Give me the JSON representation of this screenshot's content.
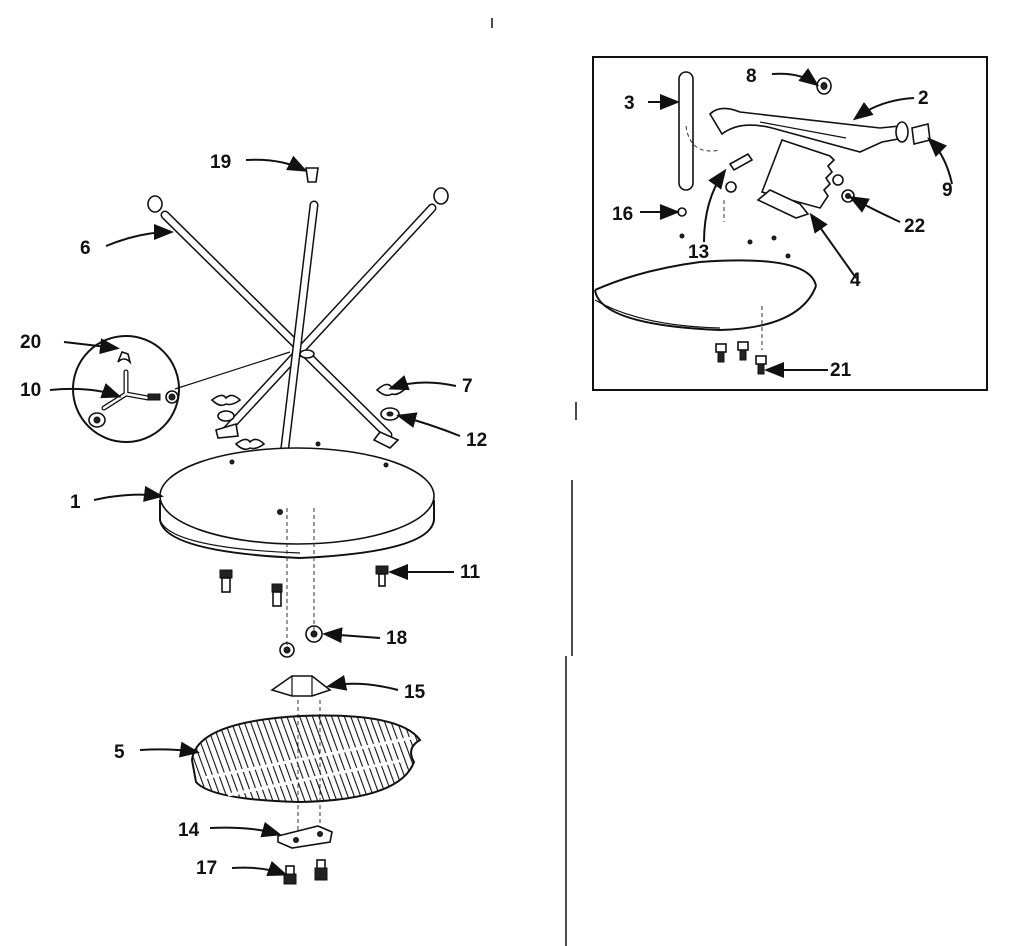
{
  "callouts": {
    "main": [
      "19",
      "6",
      "20",
      "10",
      "7",
      "12",
      "1",
      "11",
      "18",
      "15",
      "5",
      "14",
      "17"
    ],
    "inset": [
      "8",
      "3",
      "2",
      "9",
      "16",
      "13",
      "22",
      "4",
      "21"
    ]
  }
}
